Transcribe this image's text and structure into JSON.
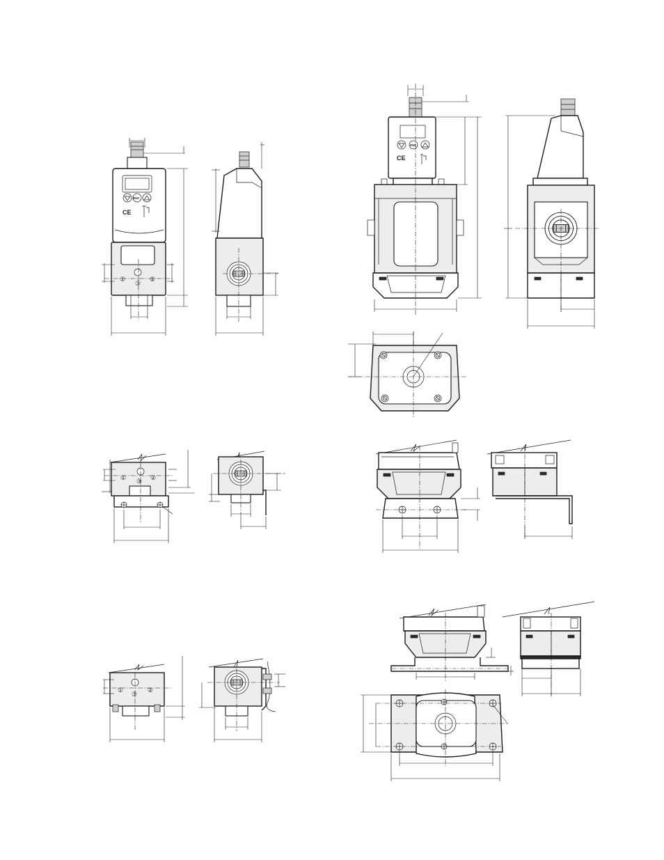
{
  "keypad": {
    "esc_label": "esc",
    "ce_mark": "CE"
  },
  "ports": {
    "port_1": "①",
    "port_2": "②",
    "port_3": "③"
  },
  "colors": {
    "line": "#1a1a1a",
    "background": "#ffffff",
    "body_shading": "#ededed",
    "connector_shading": "#cfcfcf"
  },
  "icons": [
    "arrow-down-key-icon",
    "esc-key-icon",
    "arrow-up-key-icon",
    "ce-mark-icon",
    "port-symbol-icon"
  ]
}
